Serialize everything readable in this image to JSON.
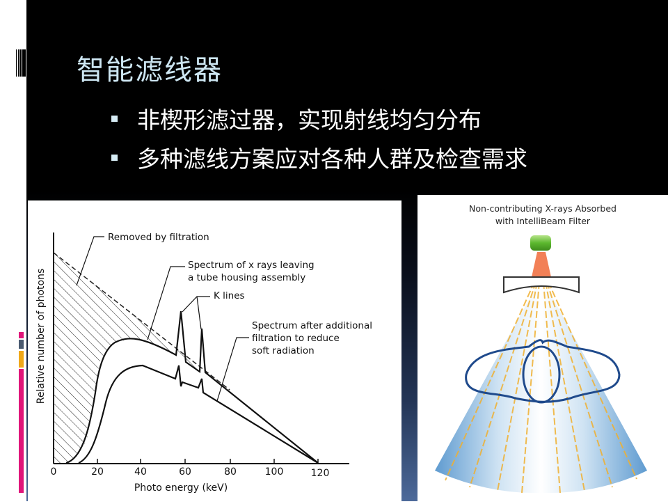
{
  "title": "智能滤线器",
  "bullets": [
    "非楔形滤过器，实现射线均匀分布",
    "多种滤线方案应对各种人群及检查需求"
  ],
  "colors": {
    "title": "#cde6f2",
    "accent_pink": "#e0157a",
    "accent_slate": "#4a5a70",
    "accent_gold": "#f0a818"
  },
  "chart": {
    "annotations": {
      "removed": "Removed by filtration",
      "tube1": "Spectrum of x rays leaving",
      "tube2": "a tube housing assembly",
      "klines": "K lines",
      "after1": "Spectrum after additional",
      "after2": "filtration to reduce",
      "after3": "soft radiation"
    },
    "xlabel": "Photo energy (keV)",
    "ylabel": "Relative number of photons",
    "xticks": [
      "0",
      "20",
      "40",
      "60",
      "80",
      "100",
      "120"
    ]
  },
  "chart_data": {
    "type": "line",
    "xlabel": "Photo energy (keV)",
    "ylabel": "Relative number of photons",
    "xlim": [
      0,
      130
    ],
    "series": [
      {
        "name": "Spectrum of x rays leaving a tube housing assembly",
        "x": [
          8,
          20,
          30,
          40,
          55,
          57,
          59,
          66,
          67,
          68,
          120
        ],
        "y": [
          0.02,
          0.4,
          0.62,
          0.62,
          0.53,
          0.73,
          0.47,
          0.43,
          0.64,
          0.42,
          0
        ]
      },
      {
        "name": "Spectrum after additional filtration to reduce soft radiation",
        "x": [
          11,
          20,
          25,
          33,
          40,
          55,
          57,
          58,
          66,
          67,
          68,
          120
        ],
        "y": [
          0.02,
          0.15,
          0.36,
          0.45,
          0.46,
          0.39,
          0.47,
          0.36,
          0.35,
          0.41,
          0.33,
          0
        ]
      },
      {
        "name": "Removed by filtration",
        "x": [
          0,
          60
        ],
        "y": [
          0.97,
          0.42
        ]
      }
    ]
  },
  "beam": {
    "title1": "Non-contributing X-rays Absorbed",
    "title2": "with IntelliBeam Filter"
  }
}
